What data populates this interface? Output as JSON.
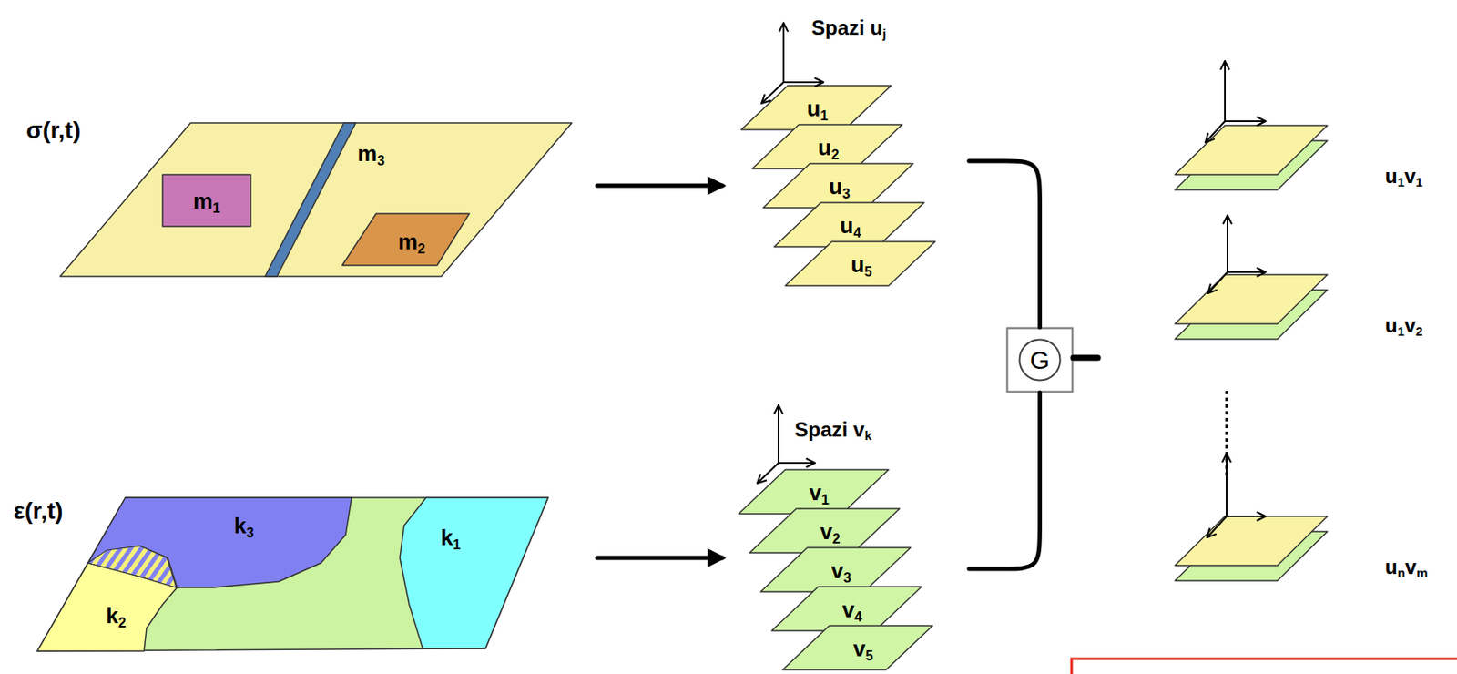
{
  "diagram": {
    "nodes": [
      {
        "text": [
          "σ(r,t)"
        ]
      },
      {
        "text": [
          "m1"
        ],
        "in": 0
      },
      {
        "text": [
          "m3"
        ],
        "in": 0
      },
      {
        "text": [
          "m2"
        ],
        "in": 0
      },
      {
        "text": [
          "Spazi uj"
        ]
      },
      {
        "text": [
          "u1"
        ],
        "in": 4
      },
      {
        "text": [
          "u2"
        ],
        "in": 4
      },
      {
        "text": [
          "u3"
        ],
        "in": 4
      },
      {
        "text": [
          "u4"
        ],
        "in": 4
      },
      {
        "text": [
          "u5"
        ],
        "in": 4
      },
      {
        "text": [
          "G"
        ]
      },
      {
        "text": [
          "u1v1"
        ]
      },
      {
        "text": [
          "u1v2"
        ]
      },
      {
        "text": [
          "ε(r,t)"
        ]
      },
      {
        "text": [
          "k3"
        ],
        "in": 13
      },
      {
        "text": [
          "k1"
        ],
        "in": 13
      },
      {
        "text": [
          "k2"
        ],
        "in": 13
      },
      {
        "text": [
          "Spazi vk"
        ]
      },
      {
        "text": [
          "v1"
        ],
        "in": 17
      },
      {
        "text": [
          "v2"
        ],
        "in": 17
      },
      {
        "text": [
          "v3"
        ],
        "in": 17
      },
      {
        "text": [
          "v4"
        ],
        "in": 17
      },
      {
        "text": [
          "v5"
        ],
        "in": 17
      },
      {
        "text": [
          "unvm"
        ]
      }
    ],
    "edges": [
      {
        "from": 0,
        "to": 4,
        "arrow": "to"
      },
      {
        "from": 13,
        "to": 17,
        "arrow": "to"
      },
      {
        "from": 4,
        "to": 10,
        "arrow": "none"
      },
      {
        "from": 17,
        "to": 10,
        "arrow": "none"
      }
    ]
  }
}
